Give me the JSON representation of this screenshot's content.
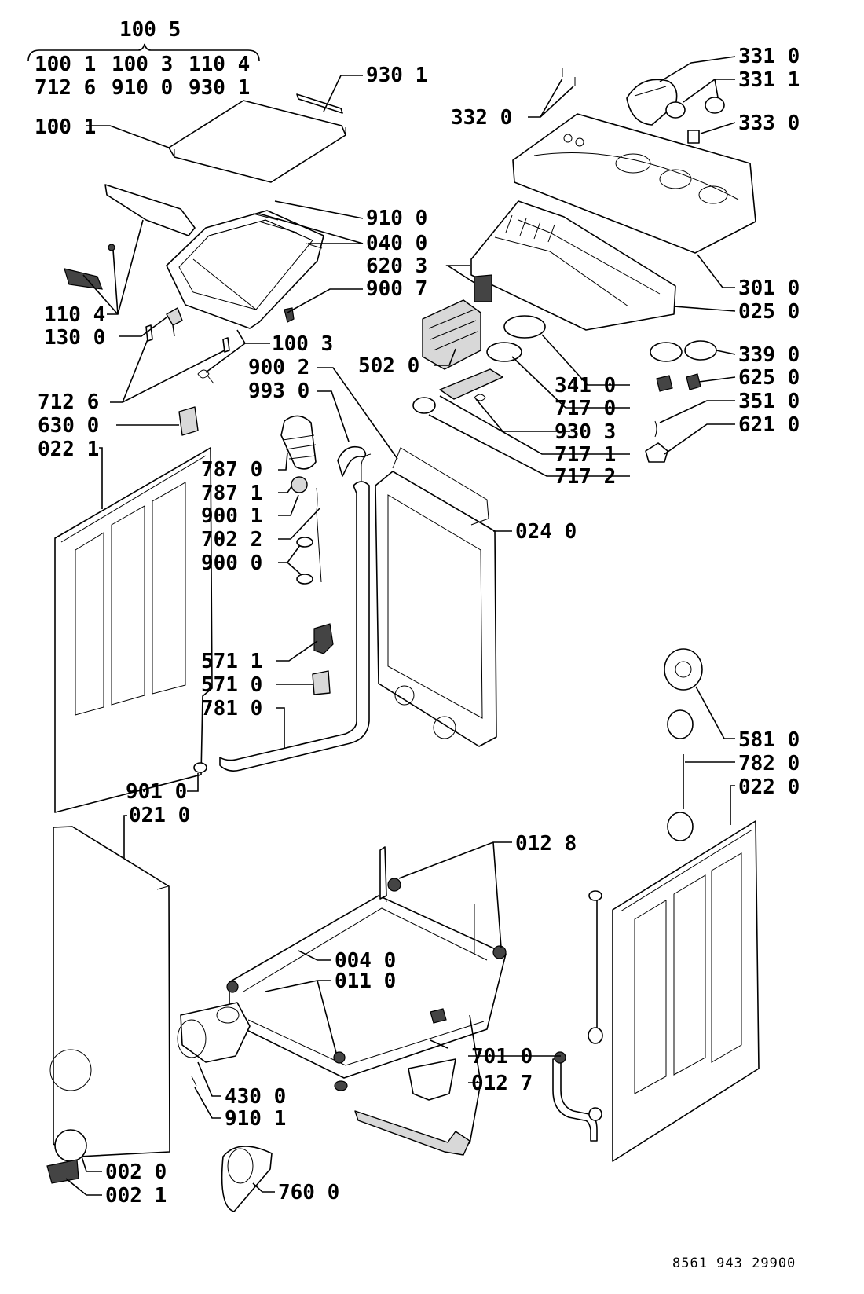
{
  "diagram": {
    "labels": [
      "100 5",
      "100 1",
      "100 3",
      "110 4",
      "712 6",
      "910 0",
      "930 1",
      "930 1",
      "100 1",
      "910 0",
      "040 0",
      "620 3",
      "900 7",
      "110 4",
      "130 0",
      "100 3",
      "900 2",
      "993 0",
      "712 6",
      "630 0",
      "022 1",
      "787 0",
      "787 1",
      "900 1",
      "702 2",
      "900 0",
      "571 1",
      "571 0",
      "781 0",
      "901 0",
      "021 0",
      "331 0",
      "331 1",
      "332 0",
      "333 0",
      "301 0",
      "025 0",
      "339 0",
      "625 0",
      "341 0",
      "502 0",
      "717 0",
      "351 0",
      "621 0",
      "930 3",
      "717 1",
      "717 2",
      "024 0",
      "581 0",
      "782 0",
      "022 0",
      "012 8",
      "004 0",
      "011 0",
      "701 0",
      "012 7",
      "430 0",
      "910 1",
      "002 0",
      "002 1",
      "760 0"
    ],
    "drawing_number": "8561 943 29900"
  }
}
